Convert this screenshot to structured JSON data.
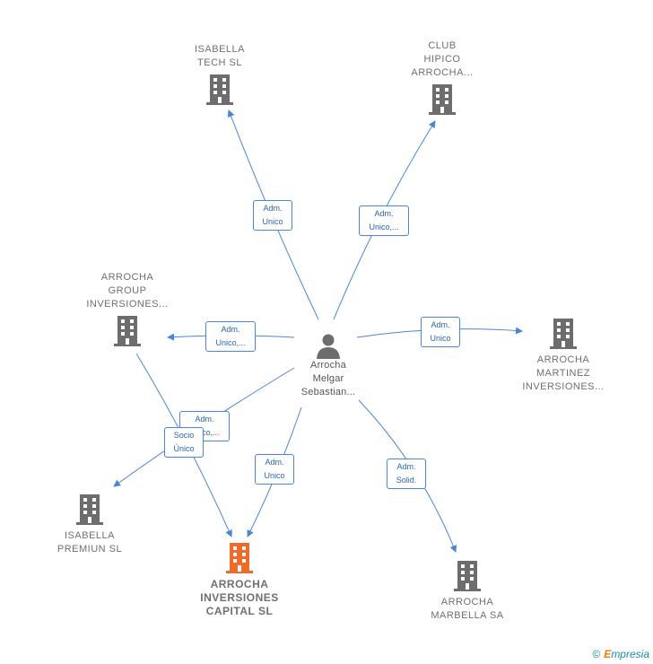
{
  "center": {
    "label": "Arrocha\nMelgar\nSebastian..."
  },
  "companies": [
    {
      "id": "isabella-tech",
      "label": "ISABELLA\nTECH  SL"
    },
    {
      "id": "club-hipico",
      "label": "CLUB\nHIPICO\nARROCHA..."
    },
    {
      "id": "arrocha-group",
      "label": "ARROCHA\nGROUP\nINVERSIONES..."
    },
    {
      "id": "arrocha-martinez",
      "label": "ARROCHA\nMARTINEZ\nINVERSIONES..."
    },
    {
      "id": "isabella-premiun",
      "label": "ISABELLA\nPREMIUN  SL"
    },
    {
      "id": "arrocha-inversiones-capital",
      "label": "ARROCHA\nINVERSIONES\nCAPITAL  SL",
      "highlight": true
    },
    {
      "id": "arrocha-marbella",
      "label": "ARROCHA\nMARBELLA SA"
    }
  ],
  "roles": [
    {
      "id": "adm-unico-tech",
      "label": "Adm.\nUnico"
    },
    {
      "id": "adm-unico-club",
      "label": "Adm.\nUnico,..."
    },
    {
      "id": "adm-unico-group",
      "label": "Adm.\nUnico,..."
    },
    {
      "id": "adm-unico-martinez",
      "label": "Adm.\nUnico"
    },
    {
      "id": "adm-unico-premiun",
      "label": "Adm.\nUnico,..."
    },
    {
      "id": "socio-unico",
      "label": "Socio\nÚnico"
    },
    {
      "id": "adm-unico-capital",
      "label": "Adm.\nUnico"
    },
    {
      "id": "adm-solid",
      "label": "Adm.\nSolid."
    }
  ],
  "colors": {
    "edge": "#4a86d8",
    "building": "#6d6d6d",
    "highlight": "#f06a2a",
    "person": "#6d6d6d"
  },
  "brand": {
    "copyright": "©",
    "name_initial": "E",
    "name_rest": "mpresia"
  }
}
